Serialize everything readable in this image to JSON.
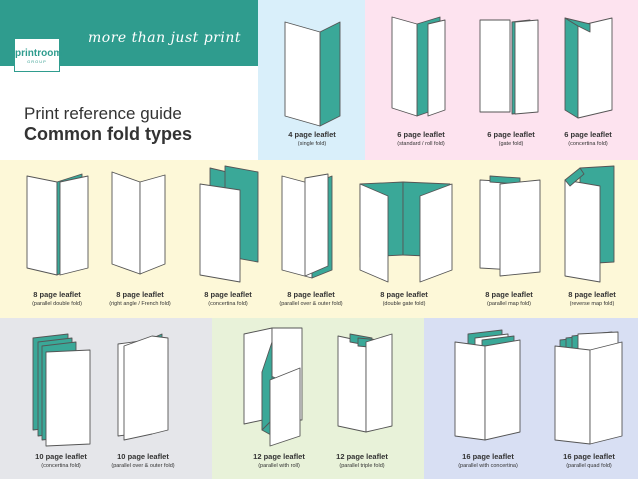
{
  "header": {
    "tagline": "more than just print",
    "logo_text": "printroom",
    "logo_subtext": "GROUP",
    "title_line1": "Print reference guide",
    "title_line2": "Common fold types"
  },
  "colors": {
    "teal": "#3aa898",
    "panel_blue": "#d9effa",
    "panel_pink": "#fde3ef",
    "panel_yellow": "#fdf8d8",
    "panel_grey": "#e5e6ea",
    "panel_green": "#e8f2d9",
    "panel_lavender": "#d8dff3"
  },
  "leaflets": [
    {
      "title": "4 page leaflet",
      "subtitle": "(single fold)"
    },
    {
      "title": "6 page leaflet",
      "subtitle": "(standard / roll fold)"
    },
    {
      "title": "6 page leaflet",
      "subtitle": "(gate fold)"
    },
    {
      "title": "6 page leaflet",
      "subtitle": "(concertina fold)"
    },
    {
      "title": "8 page leaflet",
      "subtitle": "(parallel double fold)"
    },
    {
      "title": "8 page leaflet",
      "subtitle": "(right angle / French fold)"
    },
    {
      "title": "8 page leaflet",
      "subtitle": "(concertina fold)"
    },
    {
      "title": "8 page leaflet",
      "subtitle": "(parallel over & outer fold)"
    },
    {
      "title": "8 page leaflet",
      "subtitle": "(double gate fold)"
    },
    {
      "title": "8 page leaflet",
      "subtitle": "(parallel map fold)"
    },
    {
      "title": "8 page leaflet",
      "subtitle": "(reverse map fold)"
    },
    {
      "title": "10 page leaflet",
      "subtitle": "(concertina fold)"
    },
    {
      "title": "10 page leaflet",
      "subtitle": "(parallel over & outer fold)"
    },
    {
      "title": "12 page leaflet",
      "subtitle": "(parallel with roll)"
    },
    {
      "title": "12 page leaflet",
      "subtitle": "(parallel triple fold)"
    },
    {
      "title": "16 page leaflet",
      "subtitle": "(parallel with concertina)"
    },
    {
      "title": "16 page leaflet",
      "subtitle": "(parallel quad fold)"
    }
  ]
}
